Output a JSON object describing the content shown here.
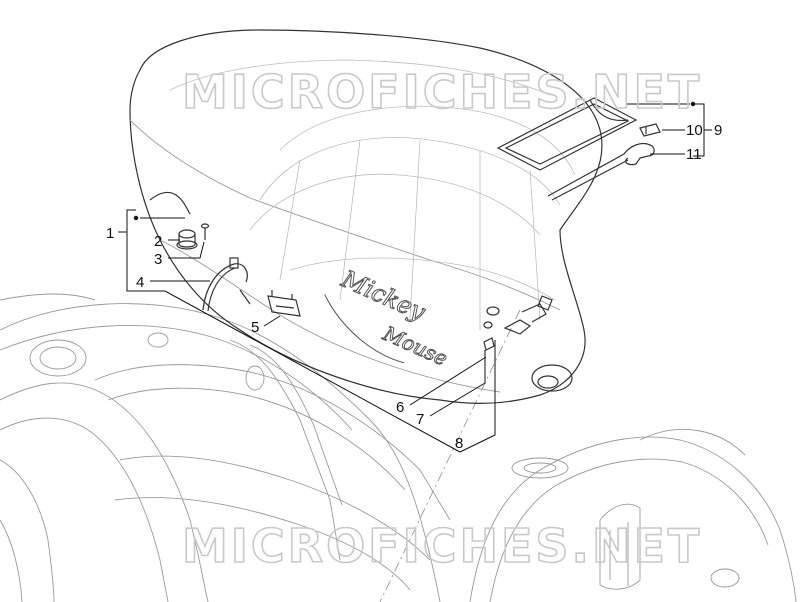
{
  "watermark": {
    "text_top": "MICROFICHES.NET",
    "text_bottom": "MICROFICHES.NET"
  },
  "seat_logo": {
    "line1": "Mickey",
    "line2": "Mouse"
  },
  "callouts": [
    "1",
    "2",
    "3",
    "4",
    "5",
    "6",
    "7",
    "8",
    "9",
    "10",
    "11"
  ],
  "colors": {
    "ink": "#111111",
    "line": "#333333",
    "faint": "#9a9a9a",
    "watermark": "#c9c9c9"
  }
}
